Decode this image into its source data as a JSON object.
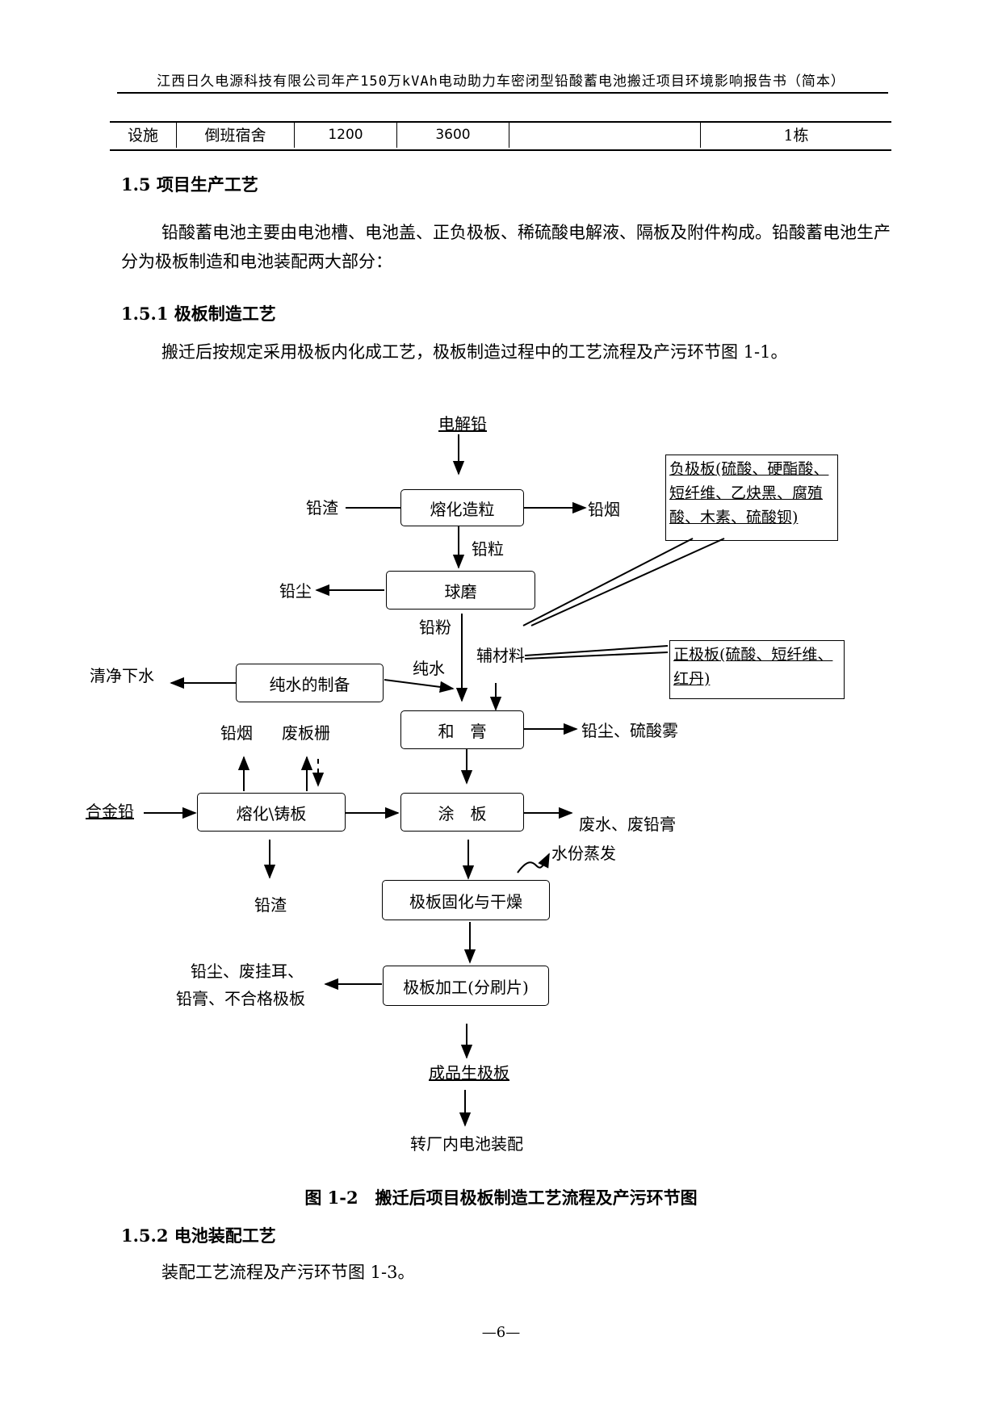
{
  "header": "江西日久电源科技有限公司年产150万kVAh电动助力车密闭型铅酸蓄电池搬迁项目环境影响报告书（简本）",
  "table_row": [
    "设施",
    "倒班宿舍",
    "1200",
    "3600",
    "",
    "1栋"
  ],
  "sections": {
    "s15_title": "1.5 项目生产工艺",
    "s15_para": "铅酸蓄电池主要由电池槽、电池盖、正负极板、稀硫酸电解液、隔板及附件构成。铅酸蓄电池生产分为极板制造和电池装配两大部分：",
    "s151_title": "1.5.1 极板制造工艺",
    "s151_para": "搬迁后按规定采用极板内化成工艺，极板制造过程中的工艺流程及产污环节图 1-1。",
    "s152_title": "1.5.2 电池装配工艺",
    "s152_para": "装配工艺流程及产污环节图 1-3。"
  },
  "diagram": {
    "nodes": {
      "melt_pellet": "熔化造粒",
      "ball_mill": "球磨",
      "pure_water": "纯水的制备",
      "paste": "和　膏",
      "melt_cast": "熔化\\铸板",
      "coat": "涂　板",
      "cure": "极板固化与干燥",
      "process": "极板加工(分刷片)"
    },
    "labels": {
      "electrolytic_lead": "电解铅",
      "lead_slag_in": "铅渣",
      "lead_fume_1": "铅烟",
      "lead_pellet": "铅粒",
      "lead_dust_1": "铅尘",
      "lead_powder": "铅粉",
      "aux_material": "辅材料",
      "clean_water": "清净下水",
      "pure_water_lbl": "纯水",
      "lead_fume_2": "铅烟",
      "scrap_grid": "废板栅",
      "dust_acid": "铅尘、硫酸雾",
      "alloy_lead": "合金铅",
      "waste_paste": "废水、废铅膏",
      "evap": "水份蒸发",
      "lead_slag_out": "铅渣",
      "waste_1": "铅尘、废挂耳、",
      "waste_2": "铅膏、不合格极板",
      "product": "成品生极板",
      "to_assembly": "转厂内电池装配"
    },
    "neg_plate": [
      "负极板(硫酸、硬酯酸、",
      "短纤维、乙炔黑、腐殖",
      "酸、木素、硫酸钡)"
    ],
    "pos_plate": [
      "正极板(硫酸、短纤维、",
      "红丹)"
    ]
  },
  "caption": "图 1-2　搬迁后项目极板制造工艺流程及产污环节图",
  "page_number": "—6—"
}
